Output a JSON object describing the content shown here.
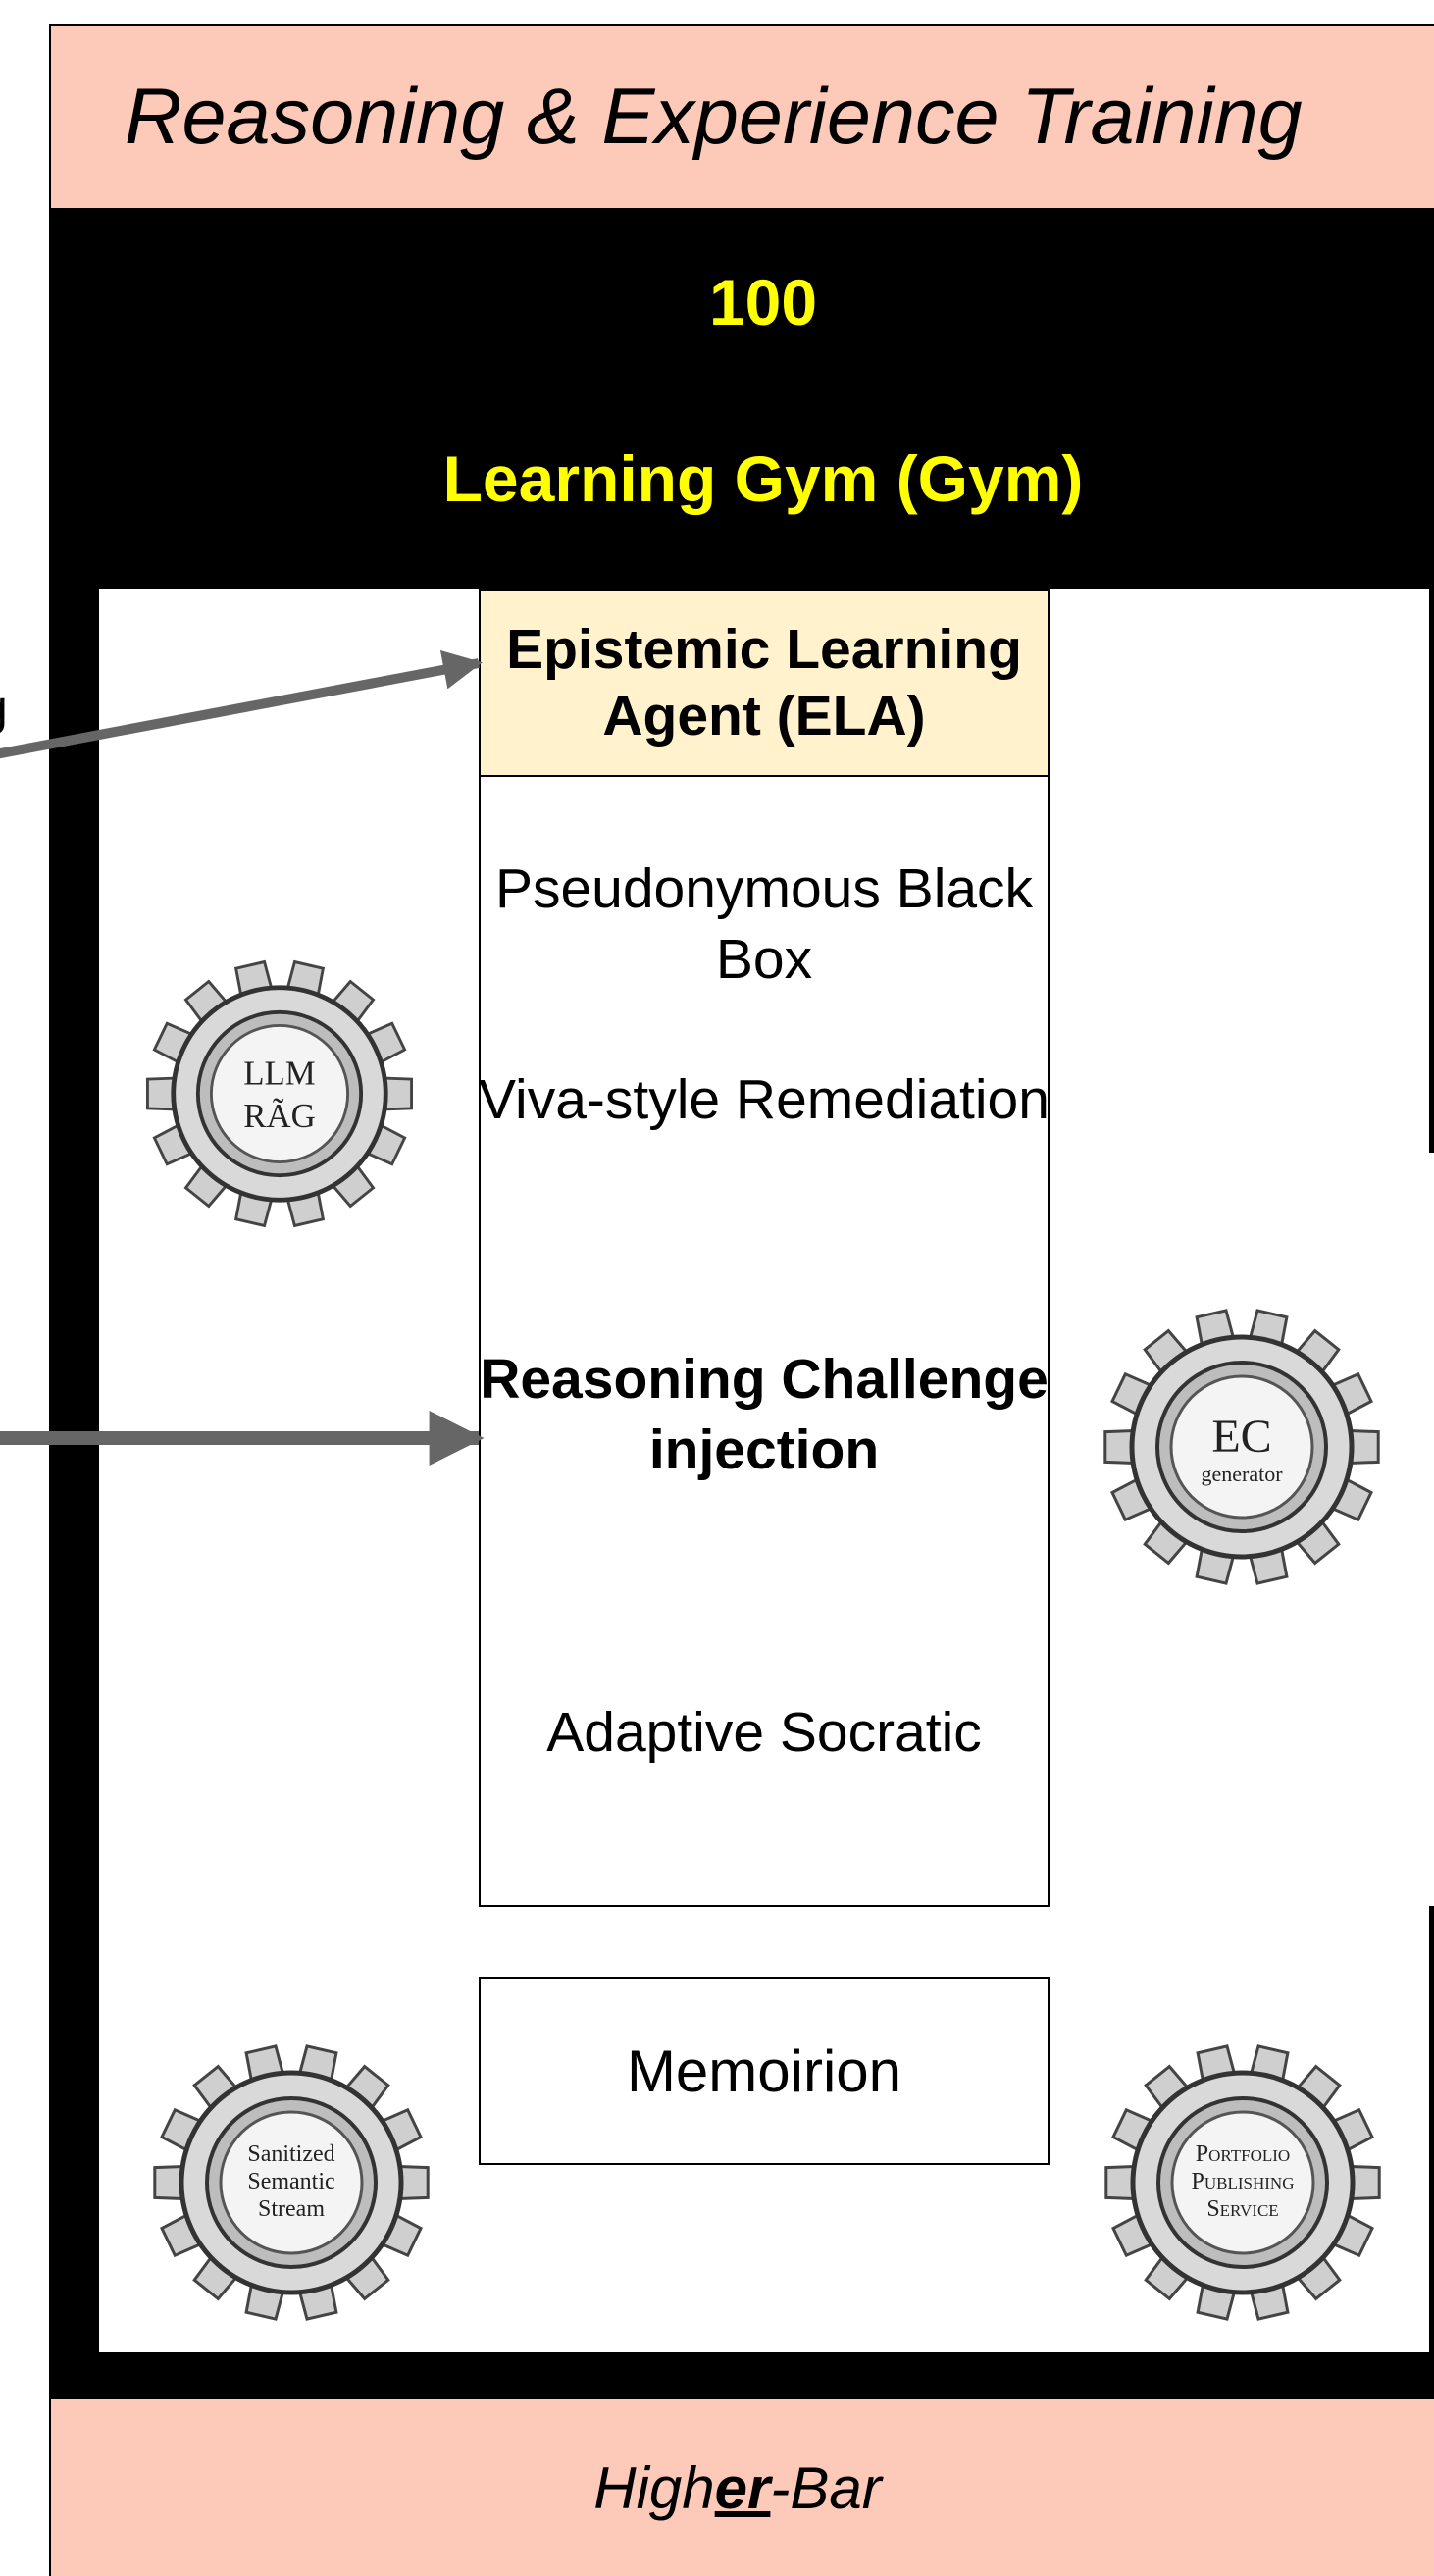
{
  "title": "Reasoning & Experience Training",
  "gym": {
    "number": "100",
    "name": "Learning Gym (Gym)"
  },
  "ela": {
    "header": "Epistemic Learning Agent (ELA)",
    "items": [
      {
        "label": "Pseudonymous Black Box",
        "bold": false
      },
      {
        "label": "Viva-style Remediation",
        "bold": false
      },
      {
        "label": "Reasoning Challenge injection",
        "bold": true
      },
      {
        "label": "Adaptive Socratic",
        "bold": false
      }
    ]
  },
  "memoirion": "Memoirion",
  "side_label_fragment": "g",
  "gears": {
    "llm_rag": {
      "line1": "LLM",
      "line2": "RÃG",
      "icon": "gear-icon"
    },
    "ec_generator": {
      "line1": "EC",
      "line2": "generator",
      "icon": "gear-icon"
    },
    "sanitized_stream": {
      "line1": "Sanitized",
      "line2": "Semantic",
      "line3": "Stream",
      "icon": "gear-icon"
    },
    "portfolio_service": {
      "line1": "Portfolio",
      "line2": "Publishing",
      "line3": "Service",
      "icon": "gear-icon"
    }
  },
  "footer": {
    "prefix": "High",
    "emphasis": "er",
    "suffix": "-Bar"
  },
  "colors": {
    "band": "#fdc9b8",
    "frame": "#000000",
    "gym_text": "#ffff00",
    "ela_header": "#fff2cc",
    "arrow": "#666666"
  }
}
